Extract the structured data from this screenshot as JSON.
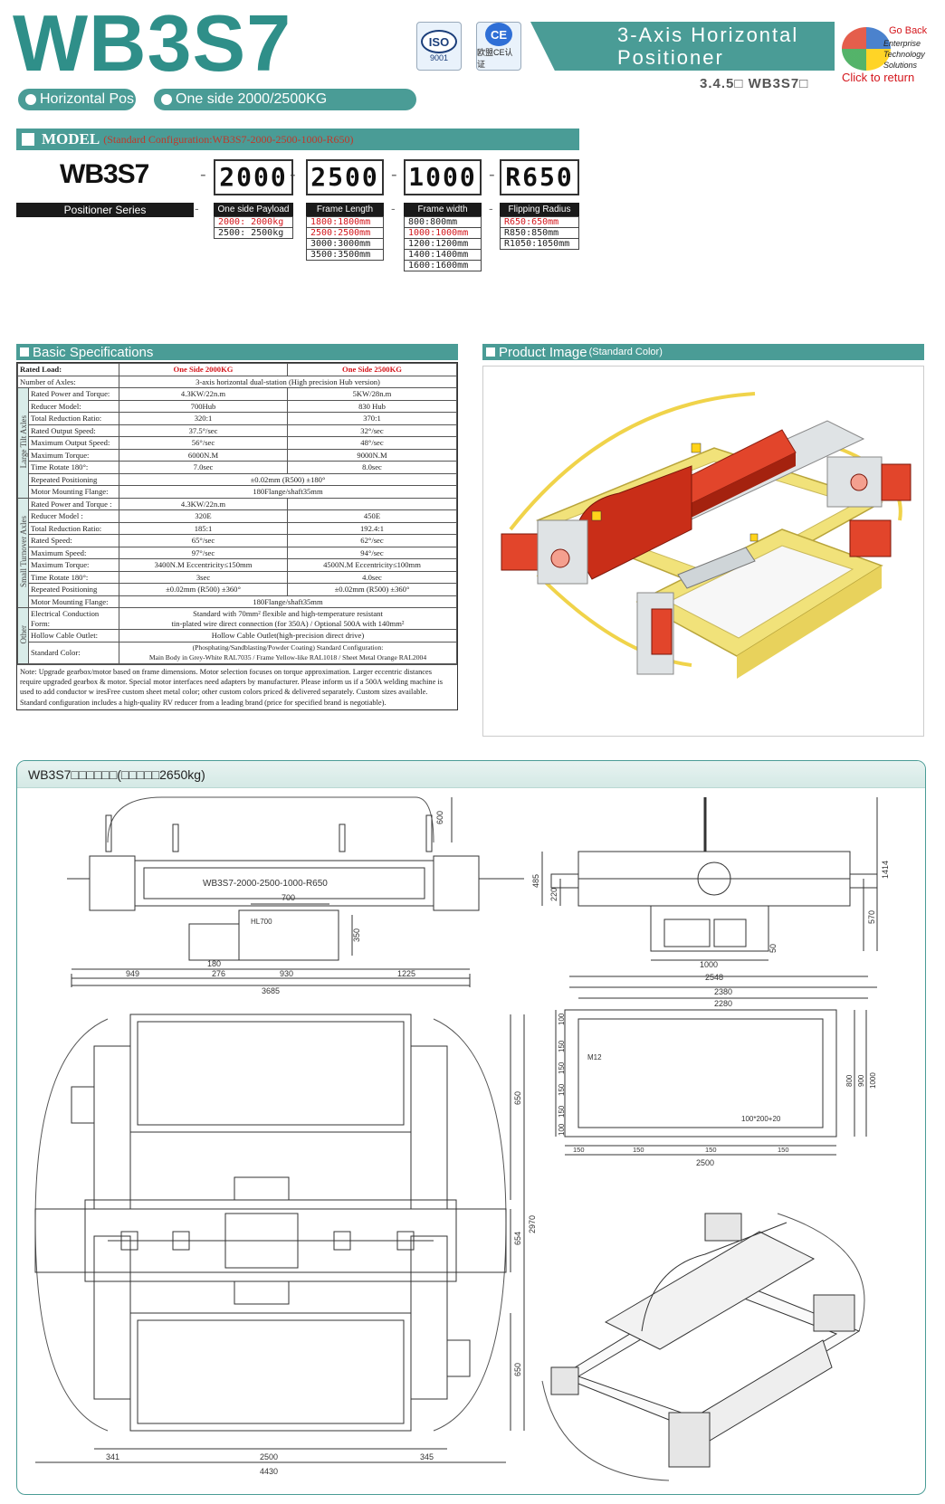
{
  "header": {
    "title": "WB3S7",
    "iso_label": "ISO",
    "iso_number": "9001",
    "ce_logo": "CE",
    "ce_label": "欧盟CE认证",
    "banner_line1": "3-Axis Horizontal",
    "banner_line2": "Positioner",
    "page_code": "3.4.5□ WB3S7□",
    "goback_line1": "Go Back",
    "goback_line2": "Enterprise Technology Solutions",
    "goback_line3": "Click to return"
  },
  "pills": {
    "left": "Horizontal Pos",
    "right": "One side 2000/2500KG"
  },
  "model": {
    "heading": "MODEL",
    "config": "(Standard Configuration:WB3S7-2000-2500-1000-R650)",
    "series_code": "WB3S7",
    "series_label": "Positioner Series",
    "groups": [
      {
        "code": "2000",
        "label": "One side Payload",
        "options": [
          {
            "text": "2000:  2000kg",
            "red": true
          },
          {
            "text": "2500:  2500kg",
            "red": false
          }
        ]
      },
      {
        "code": "2500",
        "label": "Frame Length",
        "options": [
          {
            "text": "1800:1800mm",
            "red": true
          },
          {
            "text": "2500:2500mm",
            "red": true
          },
          {
            "text": "3000:3000mm",
            "red": false
          },
          {
            "text": "3500:3500mm",
            "red": false
          }
        ]
      },
      {
        "code": "1000",
        "label": "Frame width",
        "options": [
          {
            "text": "800:800mm",
            "red": false
          },
          {
            "text": "1000:1000mm",
            "red": true
          },
          {
            "text": "1200:1200mm",
            "red": false
          },
          {
            "text": "1400:1400mm",
            "red": false
          },
          {
            "text": "1600:1600mm",
            "red": false
          }
        ]
      },
      {
        "code": "R650",
        "label": "Flipping Radius",
        "options": [
          {
            "text": "R650:650mm",
            "red": true
          },
          {
            "text": "R850:850mm",
            "red": false
          },
          {
            "text": "R1050:1050mm",
            "red": false
          }
        ]
      }
    ]
  },
  "specs": {
    "heading": "Basic Specifications",
    "col_a": "One Side 2000KG",
    "col_b": "One Side 2500KG",
    "rated_load_label": "Rated Load:",
    "axes_label": "Number of Axles:",
    "axes_value": "3-axis horizontal dual-station (High precision Hub version)",
    "group_large": "Large Tilt Axles",
    "group_small": "Small Turnover Axles",
    "group_other": "Other",
    "large": [
      {
        "label": "Rated Power and Torque:",
        "a": "4.3KW/22n.m",
        "b": "5KW/28n.m"
      },
      {
        "label": "Reducer Model:",
        "a": "700Hub",
        "b": "830 Hub"
      },
      {
        "label": "Total Reduction Ratio:",
        "a": "320:1",
        "b": "370:1"
      },
      {
        "label": "Rated Output Speed:",
        "a": "37.5°/sec",
        "b": "32°/sec"
      },
      {
        "label": "Maximum Output Speed:",
        "a": "56°/sec",
        "b": "48°/sec"
      },
      {
        "label": "Maximum Torque:",
        "a": "6000N.M",
        "b": "9000N.M"
      },
      {
        "label": "Time Rotate 180°:",
        "a": "7.0sec",
        "b": "8.0sec"
      }
    ],
    "large_repeat_label": "Repeated Positioning",
    "large_repeat_value": "±0.02mm (R500) ±180°",
    "large_flange_label": "Motor Mounting Flange:",
    "large_flange_value": "180Flange/shaft35mm",
    "small_power_label": "Rated Power and Torque :",
    "small_power_value": "4.3KW/22n.m",
    "small": [
      {
        "label": "Reducer Model :",
        "a": "320E",
        "b": "450E"
      },
      {
        "label": "Total Reduction Ratio:",
        "a": "185:1",
        "b": "192.4:1"
      },
      {
        "label": "Rated Speed:",
        "a": "65°/sec",
        "b": "62°/sec"
      },
      {
        "label": "Maximum Speed:",
        "a": "97°/sec",
        "b": "94°/sec"
      },
      {
        "label": "Maximum Torque:",
        "a": "3400N.M  Eccentricity≤150mm",
        "b": "4500N.M  Eccentricity≤100mm"
      },
      {
        "label": "Time Rotate 180°:",
        "a": "3sec",
        "b": "4.0sec"
      },
      {
        "label": "Repeated Positioning",
        "a": "±0.02mm (R500)  ±360°",
        "b": "±0.02mm (R500)  ±360°"
      }
    ],
    "small_flange_label": "Motor Mounting Flange:",
    "small_flange_value": "180Flange/shaft35mm",
    "elec_label_1": "Electrical Conduction",
    "elec_label_2": "Form:",
    "elec_value_1": "Standard with 70mm² flexible and high-temperature resistant",
    "elec_value_2": "tin-plated wire direct connection (for 350A) / Optional 500A with 140mm²",
    "hollow_label": "Hollow Cable Outlet:",
    "hollow_value": "Hollow Cable Outlet(high-precision direct drive)",
    "color_label": "Standard Color:",
    "color_value_1": "(Phosphating/Sandblasting/Powder Coating) Standard Configuration:",
    "color_value_2": "Main Body in Grey-White RAL7035 / Frame Yellow-like RAL1018 / Sheet Metal Orange RAL2004",
    "note": "Note: Upgrade gearbox/motor based on frame dimensions. Motor selection focuses on torque approximation. Larger eccentric distances require upgraded gearbox & motor. Special motor interfaces need adapters by manufacturer. Please inform us if a 500A welding machine is used to add conductor w iresFree custom sheet metal color; other custom colors priced & delivered separately. Custom sizes available. Standard configuration includes a high-quality RV reducer from a leading brand (price for specified brand is negotiable)."
  },
  "product": {
    "heading": "Product Image",
    "sub": "(Standard Color)"
  },
  "drawing": {
    "title": "WB3S7□□□□□□(□□□□□2650kg)",
    "plate_text": "WB3S7-2000-2500-1000-R650",
    "front": {
      "d600": "600",
      "d700": "700",
      "hl700": "HL700",
      "d350": "350",
      "d180": "180",
      "d949": "949",
      "d276": "276",
      "d930": "930",
      "d1225": "1225",
      "d3685": "3685"
    },
    "side": {
      "d485": "485",
      "d220": "220",
      "d1414": "1414",
      "d570": "570",
      "d50": "50",
      "d1000": "1000",
      "d2548": "2548"
    },
    "frame": {
      "d2380": "2380",
      "d2280": "2280",
      "m12": "M12",
      "d100a": "100",
      "d150a": "150",
      "d150b": "150",
      "d150c": "150",
      "d150d": "150",
      "d100b": "100",
      "d800": "800",
      "d900": "900",
      "d1000": "1000",
      "hole": "100*200+20",
      "pitch": "150",
      "d2500": "2500"
    },
    "top": {
      "d650a": "650",
      "d654": "654",
      "d2970": "2970",
      "d650b": "650",
      "d341": "341",
      "d2500": "2500",
      "d345": "345",
      "d4430": "4430"
    }
  },
  "colors": {
    "teal": "#4a9c96",
    "red_text": "#d4161c",
    "frame_yellow": "#f1e27a",
    "sheet_orange": "#e2452b",
    "body_grey": "#dfe3e5"
  }
}
